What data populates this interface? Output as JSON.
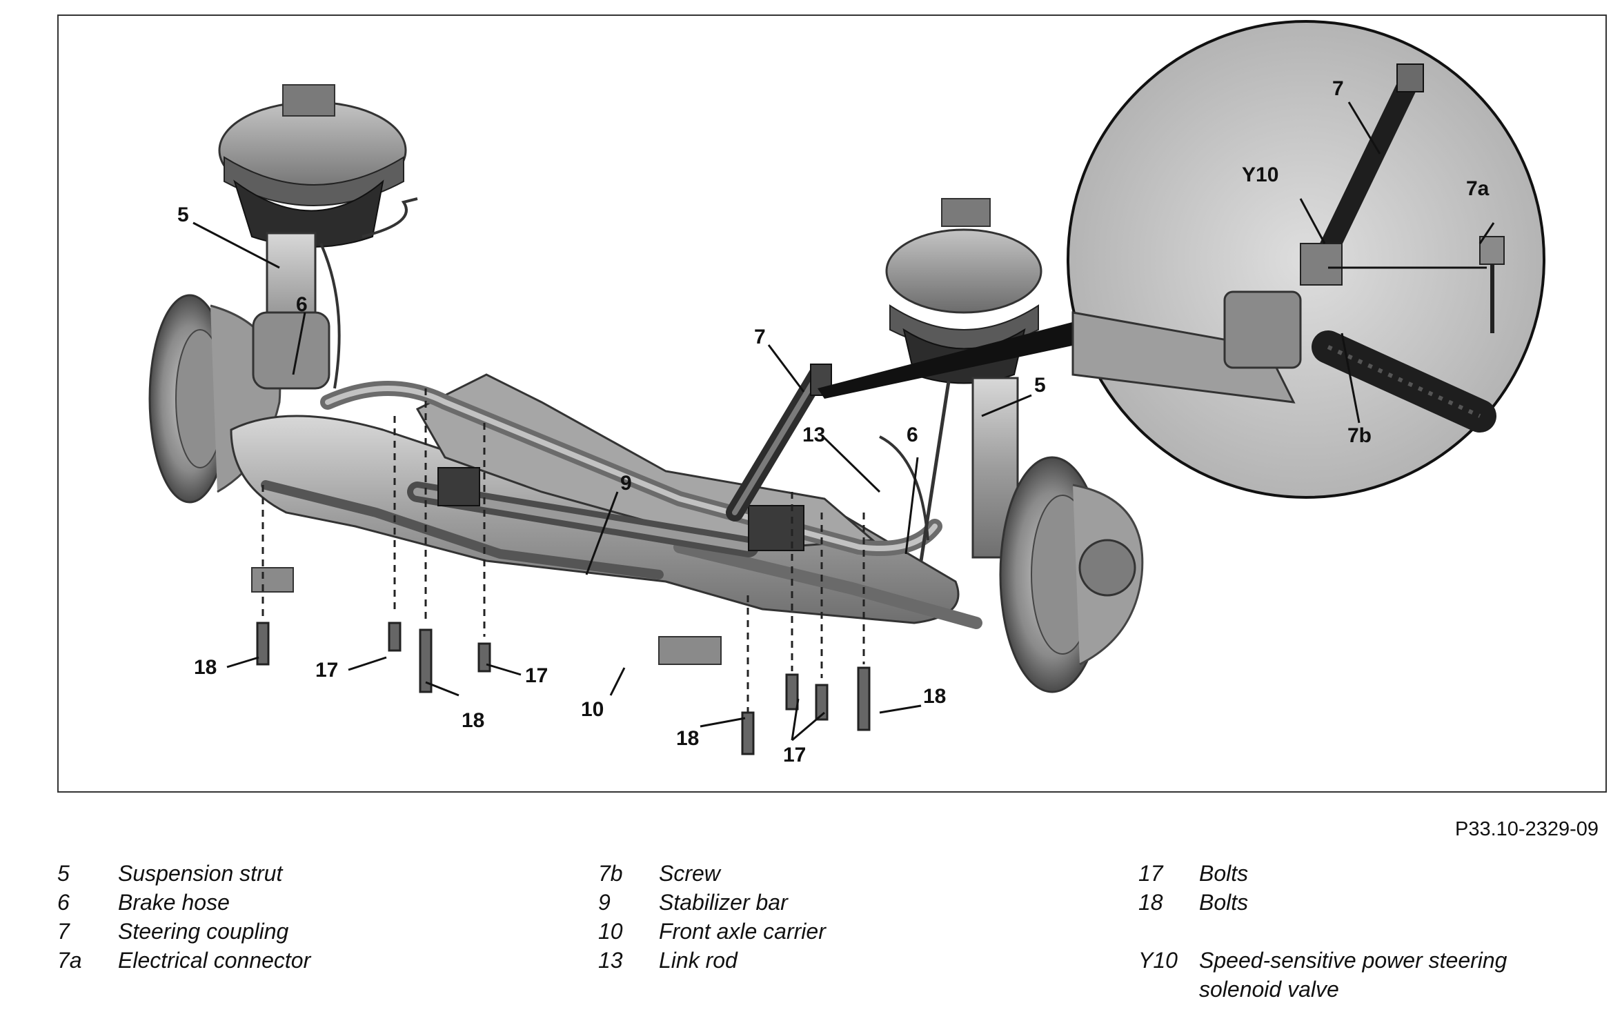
{
  "figure": {
    "code": "P33.10-2329-09",
    "callouts": {
      "c5_left": "5",
      "c6_left": "6",
      "c18_a": "18",
      "c17_a": "17",
      "c18_b": "18",
      "c17_b": "17",
      "c9": "9",
      "c10": "10",
      "c7": "7",
      "c13": "13",
      "c6_right": "6",
      "c5_right": "5",
      "c18_c": "18",
      "c17_c": "17",
      "c18_d": "18",
      "inset_7": "7",
      "inset_y10": "Y10",
      "inset_7a": "7a",
      "inset_7b": "7b"
    }
  },
  "legend": {
    "col1": [
      {
        "key": "5",
        "text": "Suspension strut"
      },
      {
        "key": "6",
        "text": "Brake hose"
      },
      {
        "key": "7",
        "text": "Steering coupling"
      },
      {
        "key": "7a",
        "text": "Electrical connector"
      }
    ],
    "col2": [
      {
        "key": "7b",
        "text": "Screw"
      },
      {
        "key": "9",
        "text": "Stabilizer bar"
      },
      {
        "key": "10",
        "text": "Front axle carrier"
      },
      {
        "key": "13",
        "text": "Link rod"
      }
    ],
    "col3": [
      {
        "key": "17",
        "text": "Bolts"
      },
      {
        "key": "18",
        "text": "Bolts"
      },
      {
        "key": "Y10",
        "text": "Speed-sensitive power steering",
        "text2": "solenoid valve"
      }
    ]
  }
}
